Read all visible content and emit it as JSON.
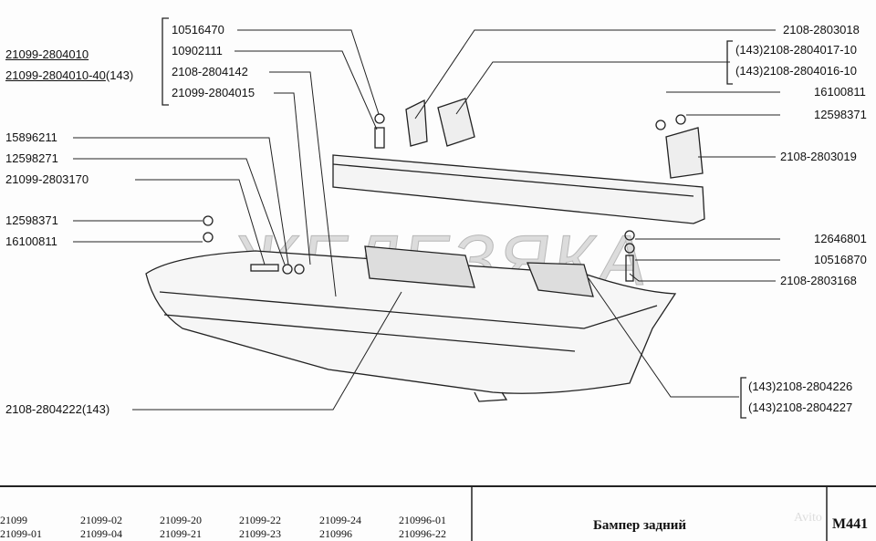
{
  "assembly": {
    "codes": [
      "21099-2804010",
      "21099-2804010-40"
    ],
    "suffix": "(143)"
  },
  "top_group": [
    "10516470",
    "10902111",
    "2108-2804142",
    "21099-2804015"
  ],
  "left_labels": [
    "15896211",
    "12598271",
    "21099-2803170",
    "12598371",
    "16100811",
    "2108-2804222(143)"
  ],
  "right_labels": [
    "2108-2803018",
    "(143)2108-2804017-10",
    "(143)2108-2804016-10",
    "16100811",
    "12598371",
    "2108-2803019",
    "12646801",
    "10516870",
    "2108-2803168",
    "(143)2108-2804226",
    "(143)2108-2804227"
  ],
  "footer": {
    "models": [
      "21099",
      "21099-02",
      "21099-20",
      "21099-22",
      "21099-24",
      "210996-01",
      "21099-01",
      "21099-04",
      "21099-21",
      "21099-23",
      "210996",
      "210996-22"
    ],
    "title": "Бампер задний",
    "code": "M441"
  },
  "watermark": "ЖЕЛЕЗЯКА",
  "avito_watermark": "Avito"
}
